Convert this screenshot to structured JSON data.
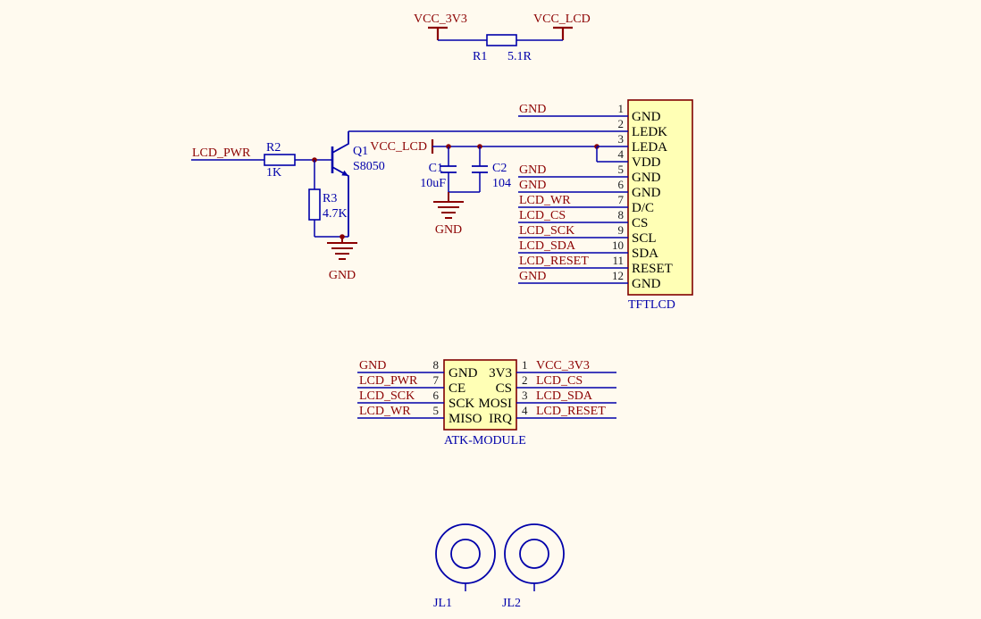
{
  "colors": {
    "background": "#FFFAEF",
    "wire_blue": "#0000AA",
    "net_label_red": "#8B0000",
    "component_fill": "#FFFFB5",
    "component_border": "#800000"
  },
  "top_circuit": {
    "left_power": "VCC_3V3",
    "right_power": "VCC_LCD",
    "r1": {
      "ref": "R1",
      "value": "5.1R"
    }
  },
  "driver_circuit": {
    "input_net": "LCD_PWR",
    "r2": {
      "ref": "R2",
      "value": "1K"
    },
    "r3": {
      "ref": "R3",
      "value": "4.7K"
    },
    "q1": {
      "ref": "Q1",
      "value": "S8050"
    },
    "q1_gnd": "GND",
    "vcc": "VCC_LCD",
    "c1": {
      "ref": "C1",
      "value": "10uF"
    },
    "c2": {
      "ref": "C2",
      "value": "104"
    },
    "cap_gnd": "GND"
  },
  "tftlcd": {
    "title": "TFTLCD",
    "pins": [
      {
        "num": "1",
        "name": "GND",
        "net": "GND"
      },
      {
        "num": "2",
        "name": "LEDK",
        "net": ""
      },
      {
        "num": "3",
        "name": "LEDA",
        "net": ""
      },
      {
        "num": "4",
        "name": "VDD",
        "net": ""
      },
      {
        "num": "5",
        "name": "GND",
        "net": "GND"
      },
      {
        "num": "6",
        "name": "GND",
        "net": "GND"
      },
      {
        "num": "7",
        "name": "D/C",
        "net": "LCD_WR"
      },
      {
        "num": "8",
        "name": "CS",
        "net": "LCD_CS"
      },
      {
        "num": "9",
        "name": "SCL",
        "net": "LCD_SCK"
      },
      {
        "num": "10",
        "name": "SDA",
        "net": "LCD_SDA"
      },
      {
        "num": "11",
        "name": "RESET",
        "net": "LCD_RESET"
      },
      {
        "num": "12",
        "name": "GND",
        "net": "GND"
      }
    ]
  },
  "atk_module": {
    "title": "ATK-MODULE",
    "left_pins": [
      {
        "num": "8",
        "name": "GND",
        "net": "GND"
      },
      {
        "num": "7",
        "name": "CE",
        "net": "LCD_PWR"
      },
      {
        "num": "6",
        "name": "SCK",
        "net": "LCD_SCK"
      },
      {
        "num": "5",
        "name": "MISO",
        "net": "LCD_WR"
      }
    ],
    "right_pins": [
      {
        "num": "1",
        "name": "3V3",
        "net": "VCC_3V3"
      },
      {
        "num": "2",
        "name": "CS",
        "net": "LCD_CS"
      },
      {
        "num": "3",
        "name": "MOSI",
        "net": "LCD_SDA"
      },
      {
        "num": "4",
        "name": "IRQ",
        "net": "LCD_RESET"
      }
    ]
  },
  "mounting_holes": [
    {
      "ref": "JL1"
    },
    {
      "ref": "JL2"
    }
  ]
}
